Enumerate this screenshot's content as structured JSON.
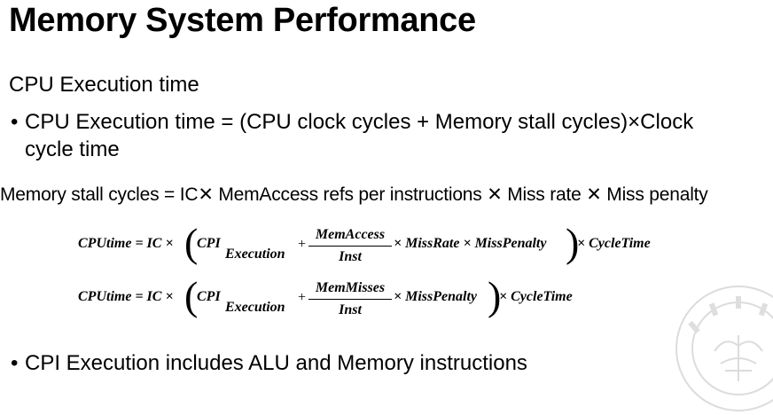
{
  "slide": {
    "title": "Memory System Performance",
    "subtitle": "CPU Execution time",
    "bullet1": "CPU Execution time = (CPU clock cycles + Memory stall cycles)×Clock cycle time",
    "stall_line": "Memory stall cycles = IC✕ MemAccess refs per instructions ✕ Miss rate ✕ Miss penalty",
    "bullet2": "CPI Execution includes ALU and Memory instructions",
    "bullet_glyph": "•"
  },
  "eq1": {
    "lhs": "CPUtime = IC ×",
    "cpi": "CPI",
    "cpi_sub": "Execution",
    "plus": "+",
    "frac_num": "MemAccess",
    "frac_den": "Inst",
    "tail": "× MissRate × MissPenalty",
    "after": "× CycleTime"
  },
  "eq2": {
    "lhs": "CPUtime = IC ×",
    "cpi": "CPI",
    "cpi_sub": "Execution",
    "plus": "+",
    "frac_num": "MemMisses",
    "frac_den": "Inst",
    "tail": "× MissPenalty",
    "after": "× CycleTime"
  },
  "decor": {
    "watermark": "university-seal-watermark",
    "seal_color": "#d9d9d9"
  }
}
